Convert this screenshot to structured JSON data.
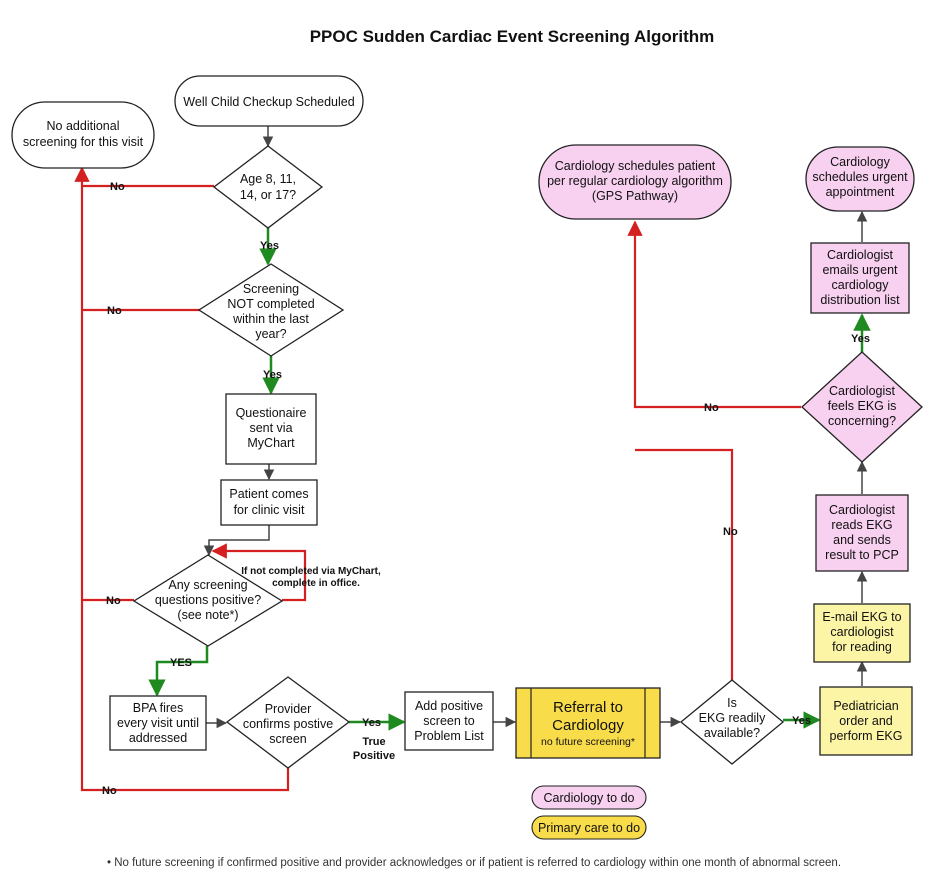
{
  "title": "PPOC Sudden Cardiac Event Screening Algorithm",
  "nodes": {
    "well_child": "Well Child Checkup Scheduled",
    "no_additional": [
      "No  additional",
      "screening for this visit"
    ],
    "age_check": [
      "Age 8, 11,",
      "14, or 17?"
    ],
    "screening_not_completed": [
      "Screening",
      "NOT completed",
      "within the last",
      "year?"
    ],
    "questionnaire": [
      "Questionaire",
      "sent via",
      "MyChart"
    ],
    "patient_comes": [
      "Patient comes",
      "for clinic visit"
    ],
    "any_positive": [
      "Any screening",
      "questions positive?",
      "(see note*)"
    ],
    "bpa_fires": [
      "BPA fires",
      "every visit until",
      "addressed"
    ],
    "provider_confirms": [
      "Provider",
      "confirms postive",
      "screen"
    ],
    "add_positive": [
      "Add positive",
      "screen to",
      "Problem List"
    ],
    "referral": {
      "main": [
        "Referral to",
        "Cardiology"
      ],
      "sub": "no future screening*"
    },
    "ekg_available": [
      "Is",
      "EKG readily",
      "available?"
    ],
    "pediatrician": [
      "Pediatrician",
      "order and",
      "perform EKG"
    ],
    "email_ekg": [
      "E-mail EKG to",
      "cardiologist",
      "for reading"
    ],
    "cardio_reads": [
      "Cardiologist",
      "reads EKG",
      "and sends",
      "result to PCP"
    ],
    "cardio_feels": [
      "Cardiologist",
      "feels EKG is",
      "concerning?"
    ],
    "cardio_emails": [
      "Cardiologist",
      "emails urgent",
      "cardiology",
      "distribution list"
    ],
    "cardio_urgent": [
      "Cardiology",
      "schedules urgent",
      "appointment"
    ],
    "cardio_regular": [
      "Cardiology schedules patient",
      "per regular cardiology algorithm",
      "(GPS Pathway)"
    ]
  },
  "labels": {
    "no": "No",
    "yes": "Yes",
    "yes_caps": "YES",
    "true_positive": [
      "True",
      "Positive"
    ],
    "office_note": [
      "If not completed via MyChart,",
      "complete in office."
    ]
  },
  "legend": {
    "cardiology": "Cardiology to do",
    "primary_care": "Primary care to do"
  },
  "footnote": "• No future screening if confirmed positive and provider acknowledges or if patient is referred to cardiology within one month of abnormal screen.",
  "colors": {
    "pink": "#f8d0f0",
    "yellow": "#fdf5a6",
    "referral_yellow": "#f9dc4a",
    "red_line": "#d42020",
    "green_line": "#1f8a1f",
    "dark_line": "#444444"
  }
}
